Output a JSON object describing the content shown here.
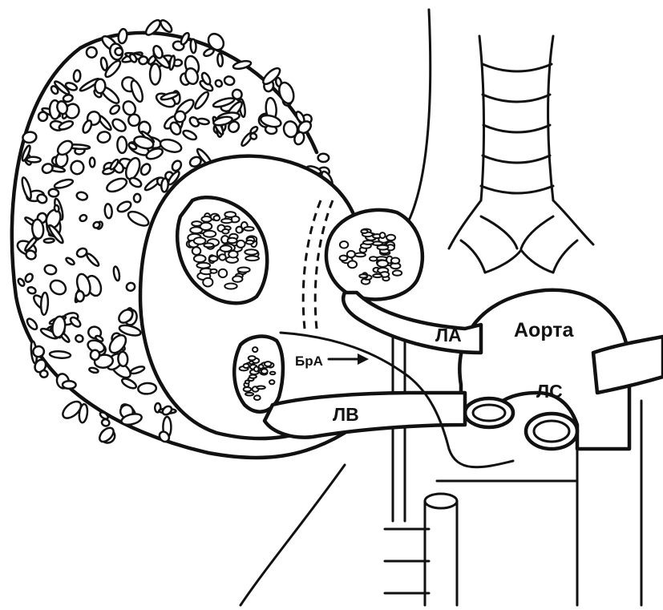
{
  "labels": {
    "aorta": "Аорта",
    "pulmonary_artery": "ЛА",
    "bronchial_artery": "БрА",
    "pulmonary_vein": "ЛВ",
    "left_subclavian": "ЛС"
  }
}
